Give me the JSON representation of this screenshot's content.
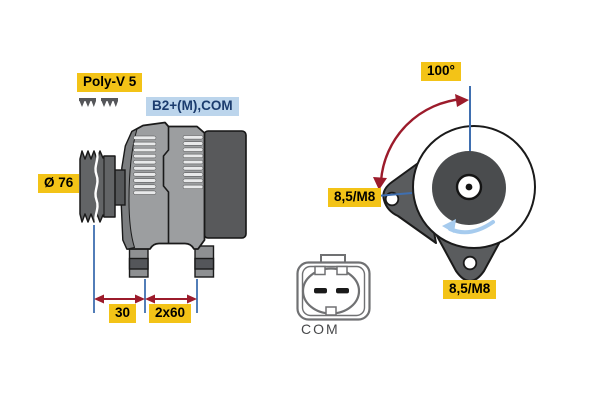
{
  "side_view": {
    "belt_type": "Poly-V 5",
    "terminals": "B2+(M),COM",
    "pulley_diameter": "Ø 76",
    "dim_pulley_offset": "30",
    "dim_mounting_feet": "2x60"
  },
  "front_view": {
    "mount_angle": "100°",
    "mount_hole_left": "8,5/M8",
    "mount_hole_bottom": "8,5/M8"
  },
  "connector": {
    "name": "COM"
  },
  "icons": {
    "belt_profile": "poly-v-belt-cross-section",
    "rotation_arrow": "counterclockwise-arrow",
    "angle_arrow": "curved-measurement-arrow"
  },
  "colors": {
    "label_yellow": "#F3C317",
    "terminal_label_bg": "#BCD5EC",
    "terminal_label_text": "#1B3C6E",
    "dimension_line_blue": "#3F6FB0",
    "measure_arrow_red": "#9C1B2B",
    "rotation_arrow_blue": "#A6CBEE",
    "body_gray": "#9C9EA0",
    "dark_gray": "#58595B"
  }
}
